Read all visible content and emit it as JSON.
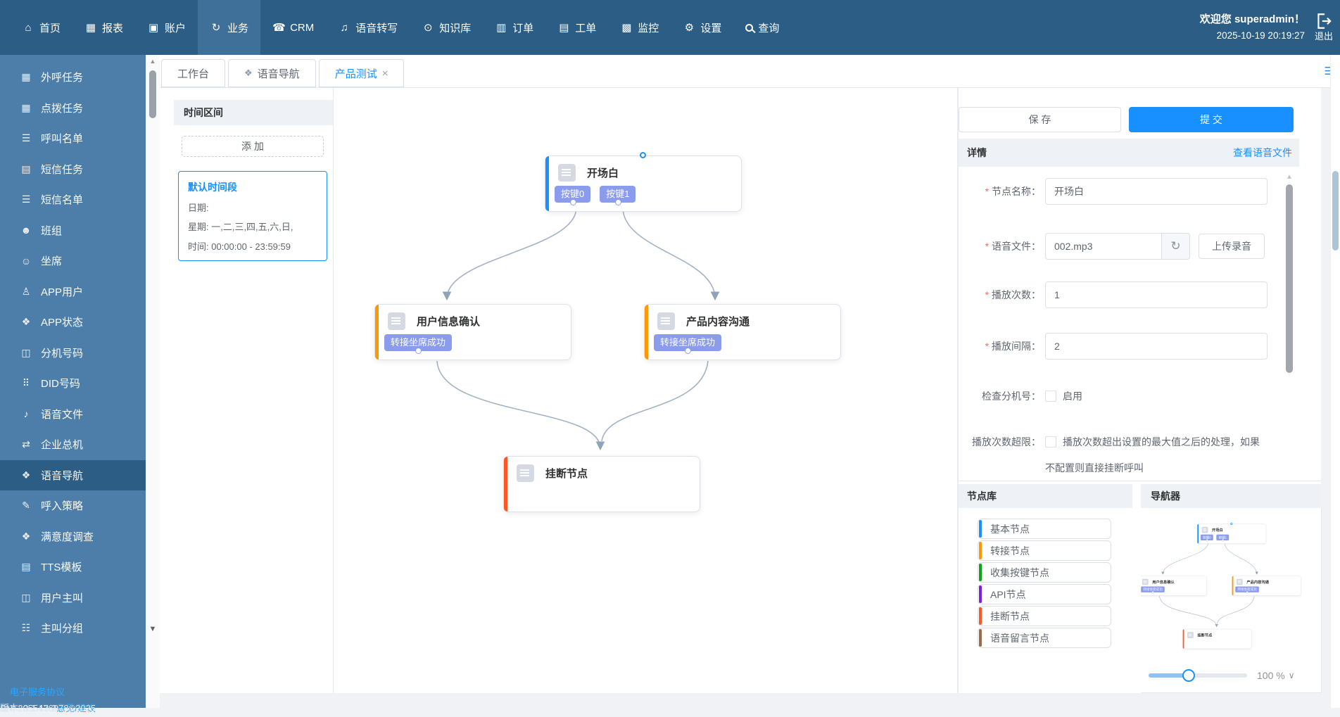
{
  "topbar": {
    "items": [
      {
        "label": "首页"
      },
      {
        "label": "报表"
      },
      {
        "label": "账户"
      },
      {
        "label": "业务"
      },
      {
        "label": "CRM"
      },
      {
        "label": "语音转写"
      },
      {
        "label": "知识库"
      },
      {
        "label": "订单"
      },
      {
        "label": "工单"
      },
      {
        "label": "监控"
      },
      {
        "label": "设置"
      },
      {
        "label": "查询"
      }
    ],
    "active": "业务",
    "welcome": "欢迎您 superadmin！",
    "datetime": "2025-10-19 20:19:27",
    "logout": "退出"
  },
  "sidebar": {
    "items": [
      {
        "label": "外呼任务"
      },
      {
        "label": "点拨任务"
      },
      {
        "label": "呼叫名单"
      },
      {
        "label": "短信任务"
      },
      {
        "label": "短信名单"
      },
      {
        "label": "班组"
      },
      {
        "label": "坐席"
      },
      {
        "label": "APP用户"
      },
      {
        "label": "APP状态"
      },
      {
        "label": "分机号码"
      },
      {
        "label": "DID号码"
      },
      {
        "label": "语音文件"
      },
      {
        "label": "企业总机"
      },
      {
        "label": "语音导航"
      },
      {
        "label": "呼入策略"
      },
      {
        "label": "满意度调查"
      },
      {
        "label": "TTS模板"
      },
      {
        "label": "用户主叫"
      },
      {
        "label": "主叫分组"
      }
    ],
    "active": "语音导航",
    "footer": {
      "agreement": "电子服务协议",
      "version": "版本: 3.1.13.2",
      "feedback": "意见/建议",
      "sn": "SN: 2055476978",
      "copyright": "©2025"
    }
  },
  "tabs": {
    "items": [
      {
        "label": "工作台"
      },
      {
        "label": "语音导航"
      },
      {
        "label": "产品测试"
      }
    ],
    "active": "产品测试",
    "close": "×"
  },
  "time_panel": {
    "title": "时间区间",
    "add": "添 加",
    "card": {
      "title": "默认时间段",
      "date": "日期:",
      "week": "星期: 一,二,三,四,五,六,日,",
      "time": "时间: 00:00:00 - 23:59:59"
    }
  },
  "flow": {
    "nodes": [
      {
        "title": "开场白",
        "tags": [
          "按键0",
          "按键1"
        ],
        "color": "#1890ff"
      },
      {
        "title": "用户信息确认",
        "tags": [
          "转接坐席成功"
        ],
        "color": "#ff9800"
      },
      {
        "title": "产品内容沟通",
        "tags": [
          "转接坐席成功"
        ],
        "color": "#ff9800"
      },
      {
        "title": "挂断节点",
        "tags": [],
        "color": "#ff5722"
      }
    ],
    "edge_color": "#90a4b8"
  },
  "detail_panel": {
    "save": "保 存",
    "submit": "提 交",
    "title": "详情",
    "view_link": "查看语音文件",
    "node_name_label": "节点名称：",
    "node_name_value": "开场白",
    "voice_file_label": "语音文件：",
    "voice_file_value": "002.mp3",
    "upload_button": "上传录音",
    "play_count_label": "播放次数：",
    "play_count_value": "1",
    "play_interval_label": "播放间隔：",
    "play_interval_value": "2",
    "check_ext_label": "检查分机号：",
    "check_ext_option": "启用",
    "over_limit_label": "播放次数超限：",
    "over_limit_desc1": "播放次数超出设置的最大值之后的处理，如果",
    "over_limit_desc2": "不配置则直接挂断呼叫"
  },
  "node_library": {
    "title": "节点库",
    "items": [
      {
        "label": "基本节点",
        "color": "#1890ff"
      },
      {
        "label": "转接节点",
        "color": "#ff9800"
      },
      {
        "label": "收集按键节点",
        "color": "#0aa518"
      },
      {
        "label": "API节点",
        "color": "#7b1fe0"
      },
      {
        "label": "挂断节点",
        "color": "#ff5722"
      },
      {
        "label": "语音留言节点",
        "color": "#9a6b4f"
      }
    ]
  },
  "navigator": {
    "title": "导航器",
    "zoom_level": "100 %"
  },
  "accent_color": "#1890ff",
  "icons": {
    "home": "⌂",
    "report": "▦",
    "account": "▣",
    "business": "↻",
    "crm": "☎",
    "transcribe": "♫",
    "knowledge": "⊙",
    "order": "▥",
    "ticket": "▤",
    "monitor": "▩",
    "settings": "⚙",
    "task": "▦",
    "list": "☰",
    "smsdoc": "▤",
    "group": "☻",
    "agent": "☺",
    "user": "♙",
    "puzzle": "❖",
    "calc": "◫",
    "keypad": "⠿",
    "voicefile": "♪",
    "shuffle": "⇄",
    "pen": "✎",
    "docline": "▤",
    "callgroup": "☷",
    "refresh": "↻",
    "menu": "☰",
    "chevdown": "∨",
    "up": "▲",
    "down": "▼"
  }
}
